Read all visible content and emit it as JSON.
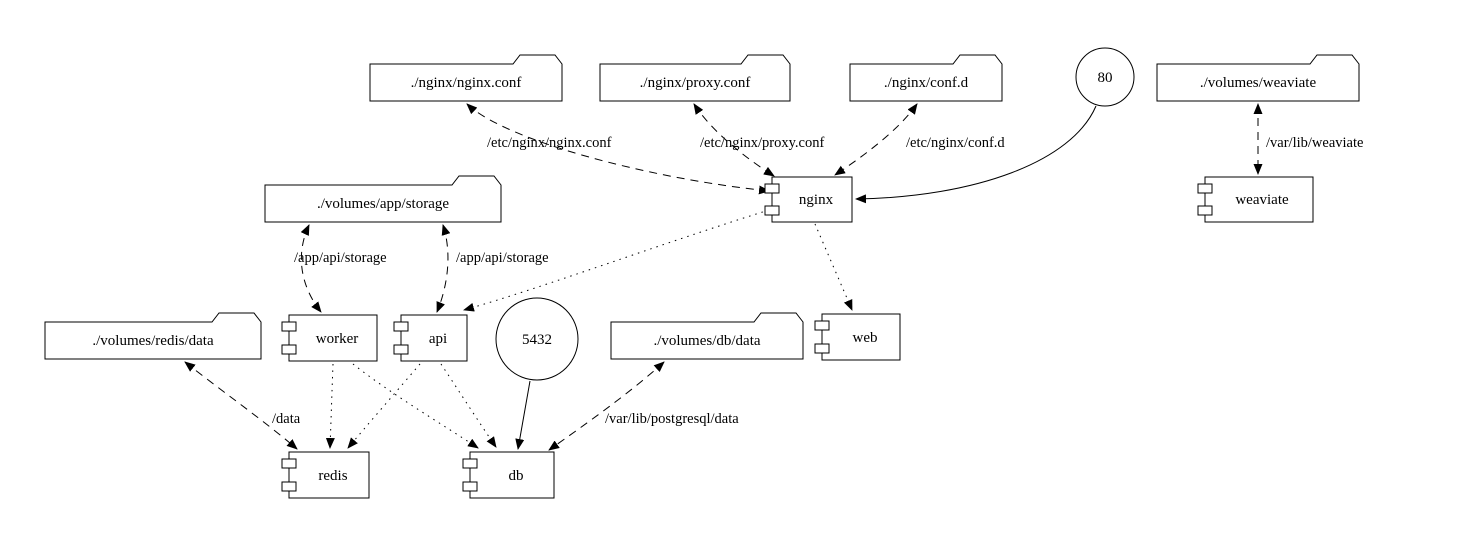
{
  "diagram": {
    "type": "docker-compose-graph",
    "colors": {
      "stroke": "#000000",
      "background": "#ffffff"
    },
    "nodes": {
      "nginx_conf": {
        "label": "./nginx/nginx.conf",
        "kind": "volume-folder"
      },
      "proxy_conf": {
        "label": "./nginx/proxy.conf",
        "kind": "volume-folder"
      },
      "conf_d": {
        "label": "./nginx/conf.d",
        "kind": "volume-folder"
      },
      "port_80": {
        "label": "80",
        "kind": "port"
      },
      "volumes_weaviate": {
        "label": "./volumes/weaviate",
        "kind": "volume-folder"
      },
      "volumes_app_storage": {
        "label": "./volumes/app/storage",
        "kind": "volume-folder"
      },
      "nginx": {
        "label": "nginx",
        "kind": "service-component"
      },
      "weaviate": {
        "label": "weaviate",
        "kind": "service-component"
      },
      "volumes_redis_data": {
        "label": "./volumes/redis/data",
        "kind": "volume-folder"
      },
      "worker": {
        "label": "worker",
        "kind": "service-component"
      },
      "api": {
        "label": "api",
        "kind": "service-component"
      },
      "port_5432": {
        "label": "5432",
        "kind": "port"
      },
      "volumes_db_data": {
        "label": "./volumes/db/data",
        "kind": "volume-folder"
      },
      "web": {
        "label": "web",
        "kind": "service-component"
      },
      "redis": {
        "label": "redis",
        "kind": "service-component"
      },
      "db": {
        "label": "db",
        "kind": "service-component"
      }
    },
    "edges": {
      "nginx_to_nginx_conf": {
        "label": "/etc/nginx/nginx.conf",
        "style": "dashed",
        "bidirectional": true
      },
      "nginx_to_proxy_conf": {
        "label": "/etc/nginx/proxy.conf",
        "style": "dashed",
        "bidirectional": true
      },
      "nginx_to_conf_d": {
        "label": "/etc/nginx/conf.d",
        "style": "dashed",
        "bidirectional": true
      },
      "weaviate_to_volume": {
        "label": "/var/lib/weaviate",
        "style": "dashed",
        "bidirectional": true
      },
      "worker_to_storage": {
        "label": "/app/api/storage",
        "style": "dashed",
        "bidirectional": true
      },
      "api_to_storage": {
        "label": "/app/api/storage",
        "style": "dashed",
        "bidirectional": true
      },
      "redis_to_volume": {
        "label": "/data",
        "style": "dashed",
        "bidirectional": true
      },
      "db_to_volume": {
        "label": "/var/lib/postgresql/data",
        "style": "dashed",
        "bidirectional": true
      },
      "port80_to_nginx": {
        "label": "",
        "style": "solid",
        "bidirectional": false
      },
      "port5432_to_db": {
        "label": "",
        "style": "solid",
        "bidirectional": false
      },
      "nginx_to_api": {
        "label": "",
        "style": "dotted",
        "bidirectional": false
      },
      "nginx_to_web": {
        "label": "",
        "style": "dotted",
        "bidirectional": false
      },
      "worker_to_redis": {
        "label": "",
        "style": "dotted",
        "bidirectional": false
      },
      "worker_to_db": {
        "label": "",
        "style": "dotted",
        "bidirectional": false
      },
      "api_to_redis": {
        "label": "",
        "style": "dotted",
        "bidirectional": false
      },
      "api_to_db": {
        "label": "",
        "style": "dotted",
        "bidirectional": false
      }
    }
  }
}
